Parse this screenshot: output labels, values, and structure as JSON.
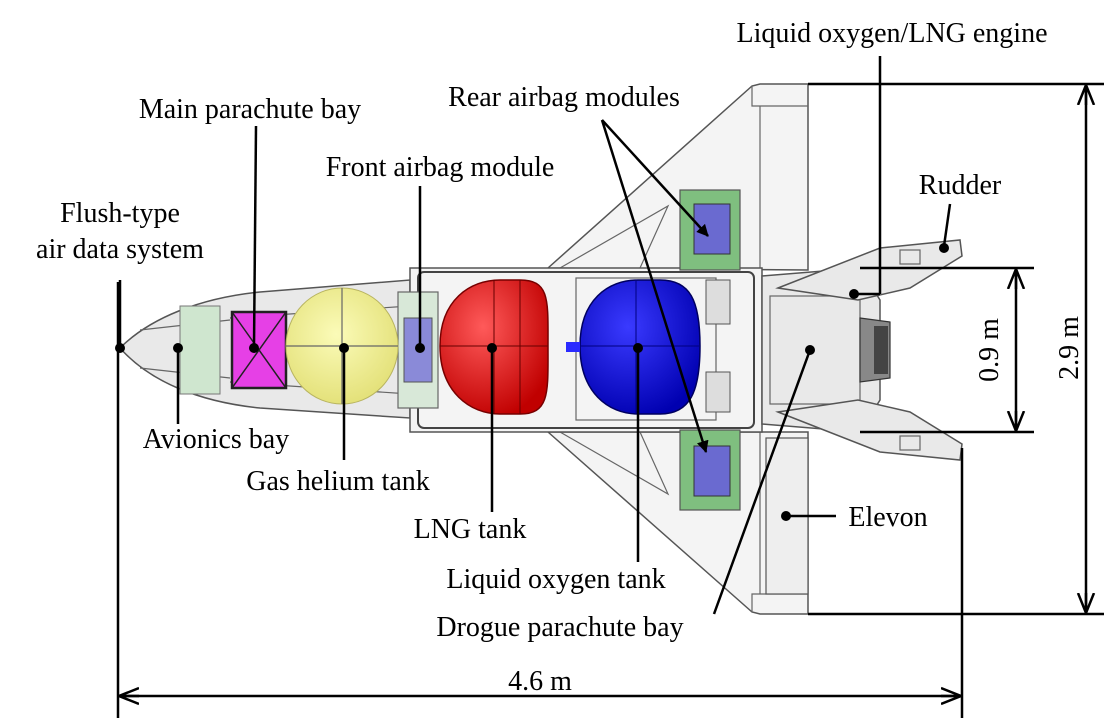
{
  "labels": {
    "flush_air_data_line1": "Flush-type",
    "flush_air_data_line2": "air data system",
    "main_parachute_bay": "Main parachute bay",
    "front_airbag_module": "Front airbag module",
    "rear_airbag_modules": "Rear airbag modules",
    "lox_lng_engine": "Liquid oxygen/LNG engine",
    "rudder": "Rudder",
    "avionics_bay": "Avionics bay",
    "gas_helium_tank": "Gas helium tank",
    "lng_tank": "LNG tank",
    "liquid_oxygen_tank": "Liquid oxygen tank",
    "drogue_parachute_bay": "Drogue parachute bay",
    "elevon": "Elevon"
  },
  "dimensions": {
    "length": "4.6 m",
    "span": "2.9 m",
    "fuselage_width": "0.9 m"
  },
  "colors": {
    "main_parachute_bay": "#e640e6",
    "gas_helium_tank": "#f2f08c",
    "lng_tank": "#e8141e",
    "liquid_oxygen_tank": "#1414e6",
    "airbag_module_outer": "#7fbf7f",
    "airbag_module_inner": "#6a6ad0"
  }
}
